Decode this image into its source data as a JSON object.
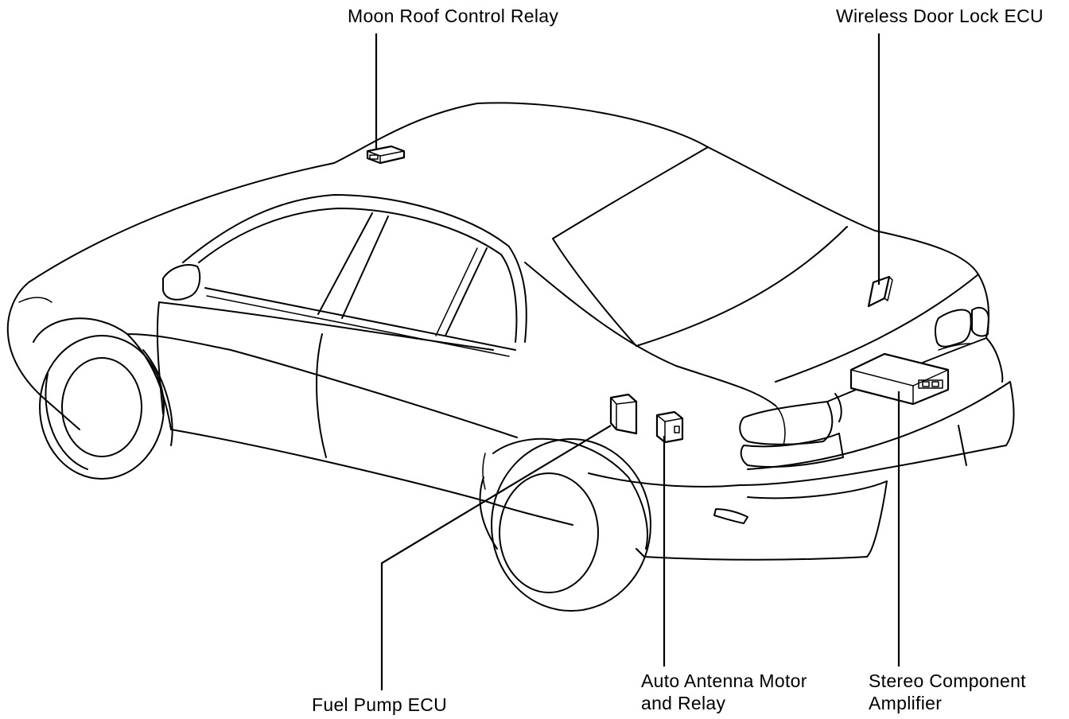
{
  "labels": {
    "moon_roof_relay": "Moon Roof Control Relay",
    "wireless_door_lock_ecu": "Wireless Door Lock ECU",
    "fuel_pump_ecu": "Fuel Pump ECU",
    "auto_antenna_line1": "Auto Antenna Motor",
    "auto_antenna_line2": "and Relay",
    "stereo_amp_line1": "Stereo Component",
    "stereo_amp_line2": "Amplifier"
  },
  "colors": {
    "line": "#000000",
    "background": "#ffffff"
  }
}
